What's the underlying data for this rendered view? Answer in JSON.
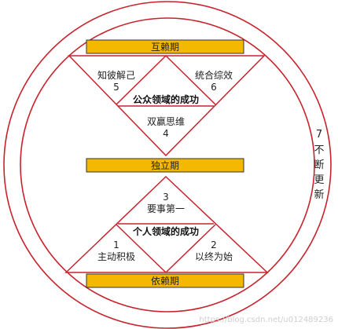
{
  "colors": {
    "red": "#c8232c",
    "gold": "#f5b800",
    "bar_border": "#333333",
    "text": "#222222"
  },
  "bars": {
    "top": "互赖期",
    "middle": "独立期",
    "bottom": "依赖期"
  },
  "public": {
    "title": "公众领域的成功",
    "left": {
      "text": "知彼解己",
      "num": "5"
    },
    "right": {
      "text": "统合综效",
      "num": "6"
    },
    "center": {
      "text": "双赢思维",
      "num": "4"
    }
  },
  "private": {
    "title": "个人领域的成功",
    "top": {
      "num": "3",
      "text": "要事第一"
    },
    "left": {
      "num": "1",
      "text": "主动积极"
    },
    "right": {
      "num": "2",
      "text": "以终为始"
    }
  },
  "side": {
    "num": "7",
    "chars": [
      "不",
      "断",
      "更",
      "新"
    ]
  },
  "watermark": "https://blog.csdn.net/u012489236"
}
